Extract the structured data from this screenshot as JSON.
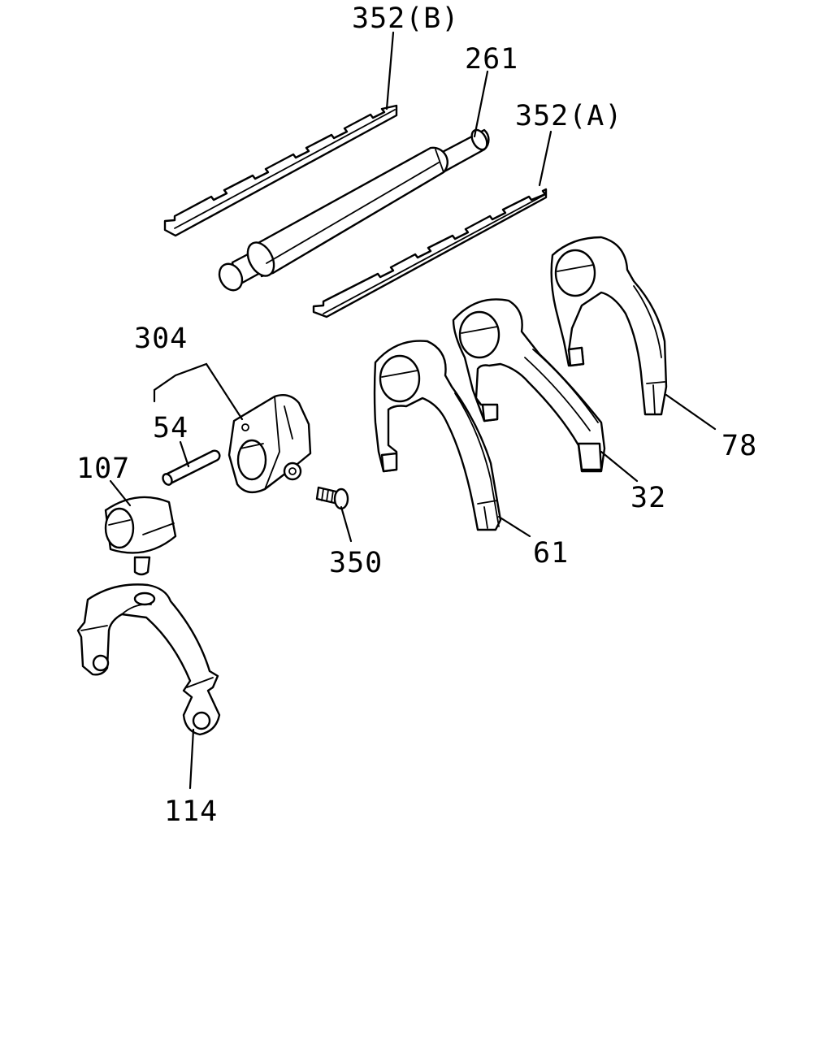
{
  "callouts": {
    "c352b": "352(B)",
    "c261": "261",
    "c352a": "352(A)",
    "c304": "304",
    "c54": "54",
    "c107": "107",
    "c350": "350",
    "c61": "61",
    "c32": "32",
    "c78": "78",
    "c114": "114"
  }
}
